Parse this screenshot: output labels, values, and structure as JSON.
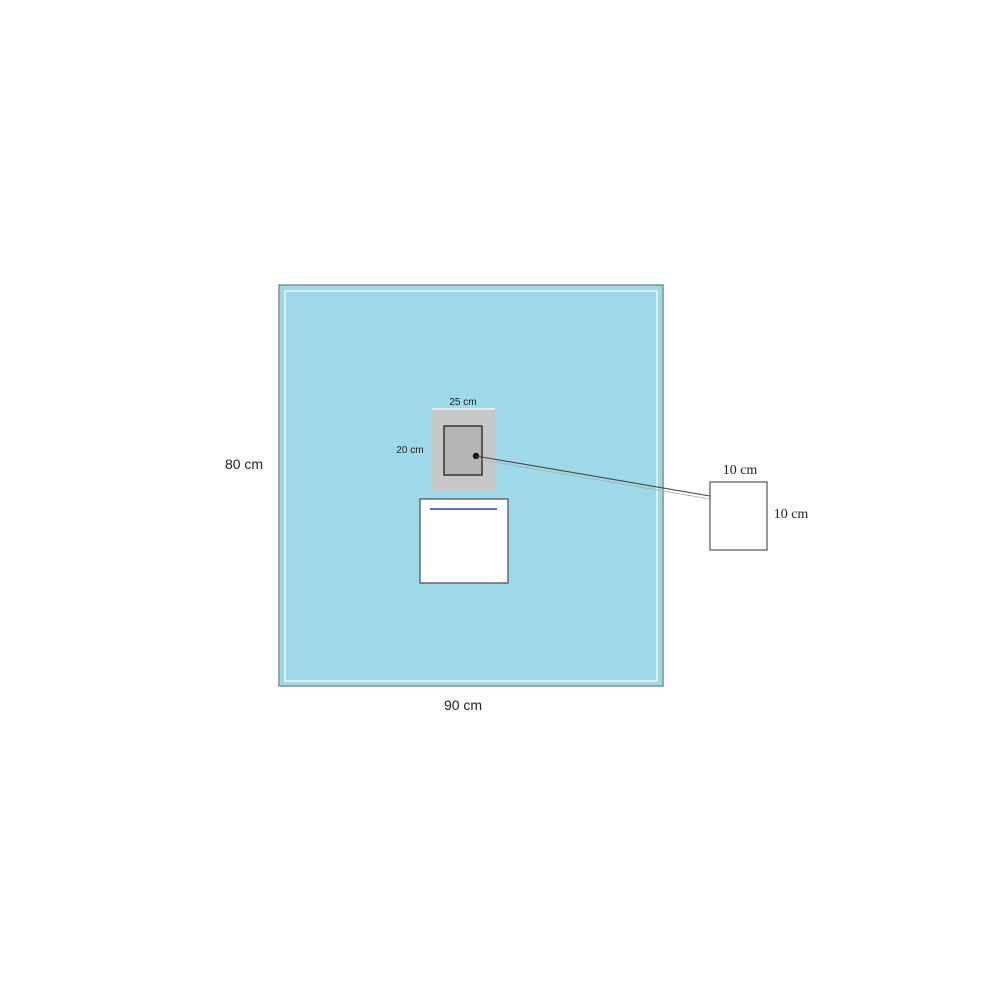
{
  "drape": {
    "width_label": "90 cm",
    "height_label": "80 cm",
    "fill_color": "#9dd9e8"
  },
  "fenestration": {
    "width_label": "25 cm",
    "height_label": "20 cm",
    "fill_color": "#c8c8c8"
  },
  "patch": {
    "width_label": "10 cm",
    "height_label": "10 cm"
  },
  "pocket": {
    "stripe_color": "#5a6ec8"
  }
}
